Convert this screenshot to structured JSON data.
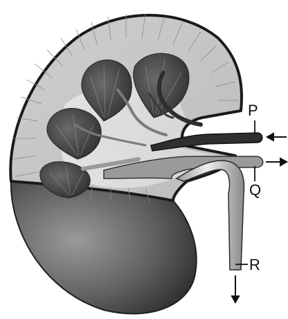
{
  "labels": {
    "p": "P",
    "q": "Q",
    "r": "R"
  },
  "colors": {
    "outline": "#222222",
    "cortex": "#c8c8c8",
    "medulla": "#d8d8d8",
    "pyramid": "#4a4a4a",
    "artery": "#2e2e2e",
    "vein": "#8e8e8e",
    "ureter": "#bdbdbd",
    "lower_outer": "#7a7a7a"
  }
}
